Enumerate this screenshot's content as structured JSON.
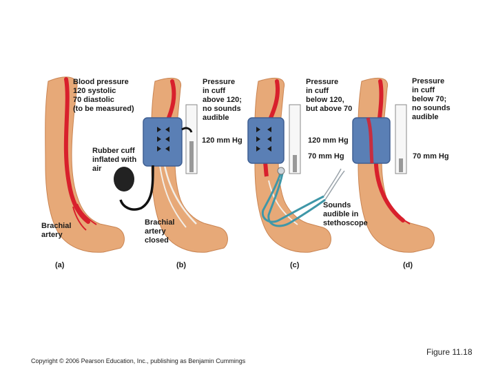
{
  "colors": {
    "skin": "#e7a978",
    "skin_shadow": "#c98452",
    "artery": "#d8202c",
    "cuff": "#5a7fb5",
    "cuff_dark": "#3f5f92",
    "tube": "#111111",
    "steth": "#3f97a8"
  },
  "panels": [
    {
      "letter": "(a)",
      "labels": [
        "Blood pressure\n120 systolic\n70 diastolic\n(to be measured)",
        "Brachial\nartery"
      ]
    },
    {
      "letter": "(b)",
      "labels": [
        "Pressure\nin cuff\nabove 120;\nno sounds\naudible",
        "Rubber cuff\ninflated with\nair",
        "120 mm Hg",
        "Brachial\nartery\nclosed"
      ]
    },
    {
      "letter": "(c)",
      "labels": [
        "Pressure\nin cuff\nbelow 120,\nbut above 70",
        "120 mm Hg",
        "70 mm Hg",
        "Sounds\naudible in\nstethoscope"
      ]
    },
    {
      "letter": "(d)",
      "labels": [
        "Pressure\nin cuff\nbelow 70;\nno sounds\naudible",
        "70 mm Hg"
      ]
    }
  ],
  "footer": {
    "copyright": "Copyright © 2006 Pearson Education, Inc., publishing as Benjamin Cummings",
    "figure": "Figure 11.18"
  }
}
